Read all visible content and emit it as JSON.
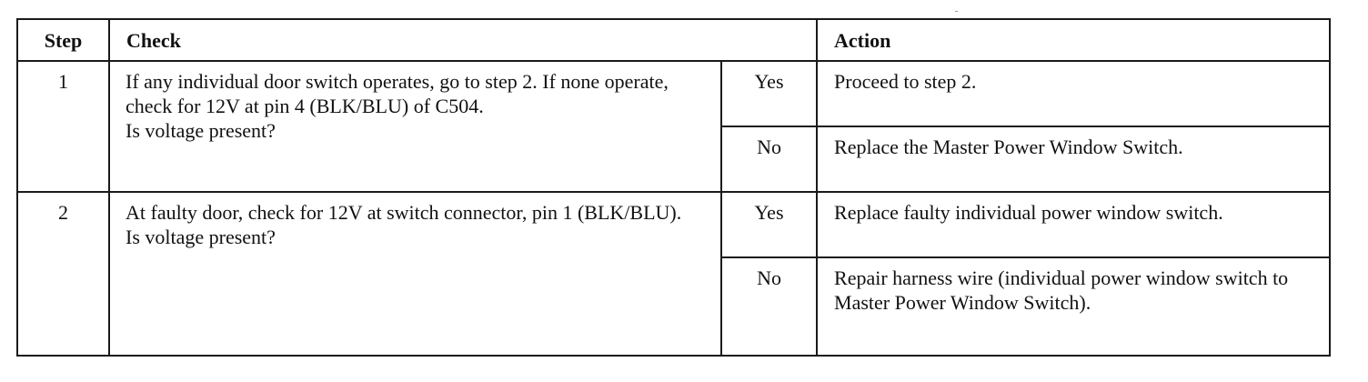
{
  "headers": {
    "step": "Step",
    "check": "Check",
    "action": "Action"
  },
  "steps": [
    {
      "number": "1",
      "check_lines": [
        "If any individual door switch operates, go to step 2.  If none operate, check for 12V at pin 4 (BLK/BLU) of C504.",
        "Is voltage present?"
      ],
      "outcomes": [
        {
          "answer": "Yes",
          "action": "Proceed to step 2."
        },
        {
          "answer": "No",
          "action": "Replace the Master Power Window Switch."
        }
      ]
    },
    {
      "number": "2",
      "check_lines": [
        "At faulty door, check for 12V at switch connector, pin 1 (BLK/BLU).",
        "Is voltage present?"
      ],
      "outcomes": [
        {
          "answer": "Yes",
          "action": "Replace faulty individual power window switch."
        },
        {
          "answer": "No",
          "action": "Repair harness wire (individual power window switch to Master Power Window Switch)."
        }
      ]
    }
  ]
}
